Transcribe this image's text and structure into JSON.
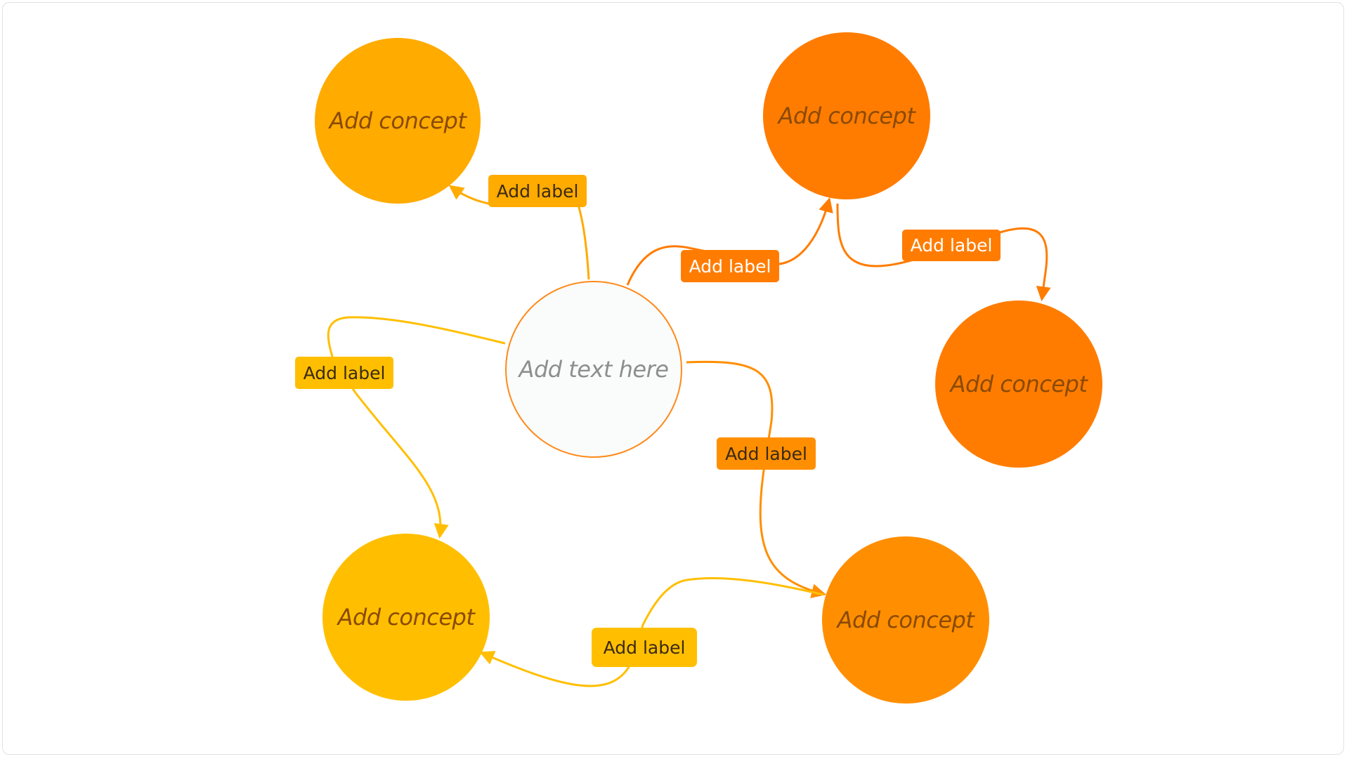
{
  "diagram": {
    "center": {
      "text": "Add text here",
      "color": "#ff8a1a"
    },
    "concepts": [
      {
        "id": "top-left",
        "text": "Add concept",
        "fill": "#ffab00"
      },
      {
        "id": "top-right",
        "text": "Add concept",
        "fill": "#ff7c00"
      },
      {
        "id": "right",
        "text": "Add concept",
        "fill": "#ff7c00"
      },
      {
        "id": "bottom-right",
        "text": "Add concept",
        "fill": "#ff8f00"
      },
      {
        "id": "bottom-left",
        "text": "Add concept",
        "fill": "#ffbf00"
      }
    ],
    "labels": [
      {
        "id": "to-top-left",
        "text": "Add label",
        "fill": "#ffab00",
        "text_color": "#3a2a12"
      },
      {
        "id": "to-top-right",
        "text": "Add label",
        "fill": "#ff7c00",
        "text_color": "#ffffff"
      },
      {
        "id": "top-right-to-right",
        "text": "Add label",
        "fill": "#ff7c00",
        "text_color": "#ffffff"
      },
      {
        "id": "to-bottom-left",
        "text": "Add label",
        "fill": "#ffbf00",
        "text_color": "#3a2a12"
      },
      {
        "id": "to-bottom-right",
        "text": "Add label",
        "fill": "#ff8f00",
        "text_color": "#3a2a12"
      },
      {
        "id": "bottom-right-to-bottom-left",
        "text": "Add label",
        "fill": "#ffbf00",
        "text_color": "#3a2a12"
      }
    ]
  }
}
